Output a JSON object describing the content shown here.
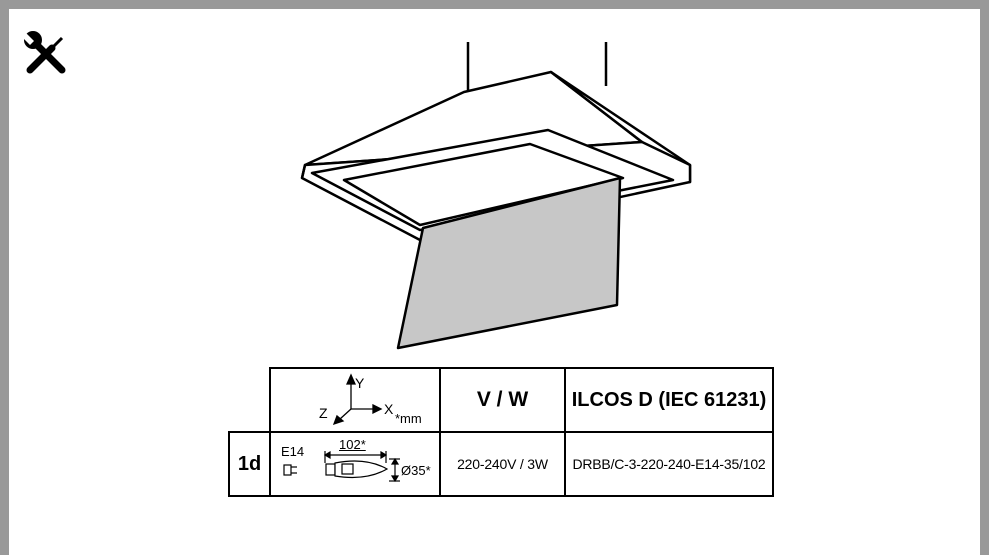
{
  "icon": "tools-icon",
  "table": {
    "axes": {
      "y": "Y",
      "x": "X",
      "z": "Z",
      "unit_note": "*mm"
    },
    "headers": {
      "vw": "V / W",
      "ilcos": "ILCOS D (IEC 61231)"
    },
    "row": {
      "id": "1d",
      "socket": "E14",
      "length": "102*",
      "diameter": "Ø35*",
      "voltage_power": "220-240V / 3W",
      "ilcos_code": "DRBB/C-3-220-240-E14-35/102"
    }
  }
}
